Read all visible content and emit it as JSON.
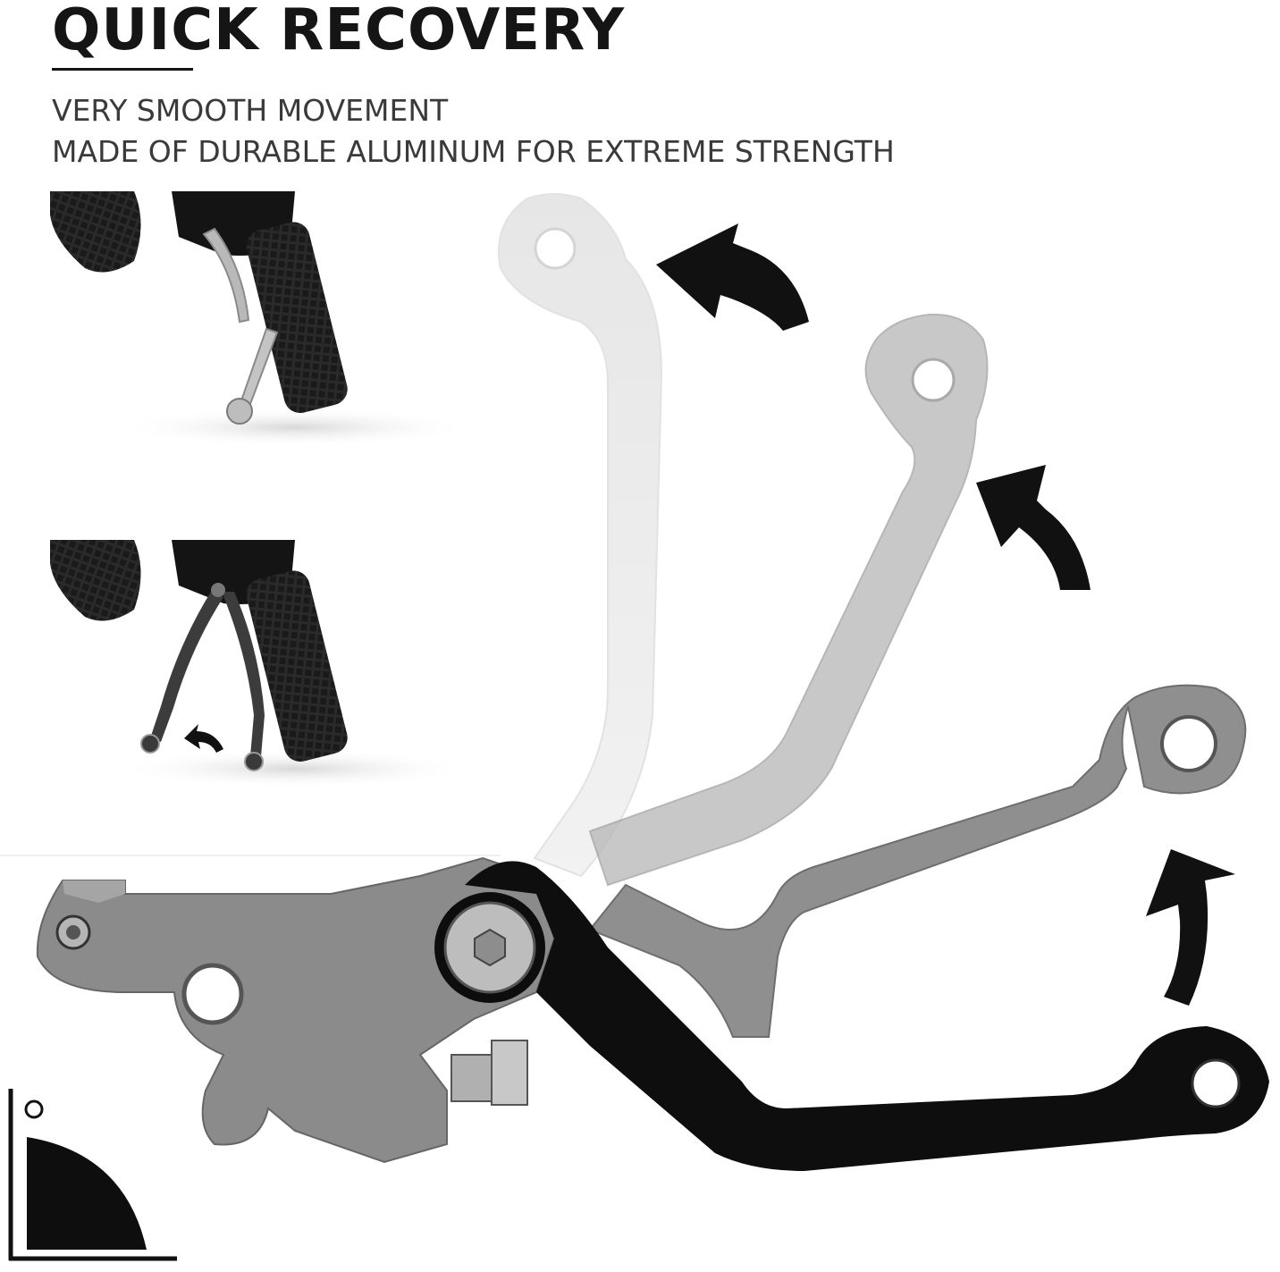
{
  "header": {
    "title": "QUICK RECOVERY",
    "line1": "VERY SMOOTH MOVEMENT",
    "line2": "MADE OF DURABLE ALUMINUM FOR EXTREME STRENGTH"
  },
  "colors": {
    "text": "#151515",
    "lever_black": "#0d0d0d",
    "lever_gray": "#8c8c8c",
    "arrow": "#111111"
  },
  "icons": [
    "lever-icon",
    "curved-arrow-icon",
    "bolt-icon",
    "handlebar-grip-icon",
    "angle-icon"
  ]
}
